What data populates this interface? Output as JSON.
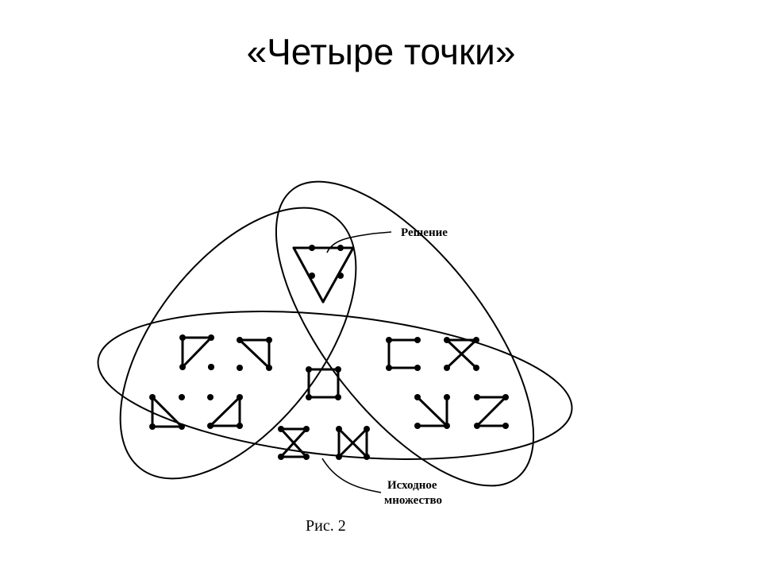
{
  "title": "«Четыре точки»",
  "labels": {
    "solution": "Решение",
    "initial_set_line1": "Исходное",
    "initial_set_line2": "множество",
    "caption": "Рис. 2"
  },
  "colors": {
    "ink": "#000000",
    "background": "#ffffff"
  }
}
